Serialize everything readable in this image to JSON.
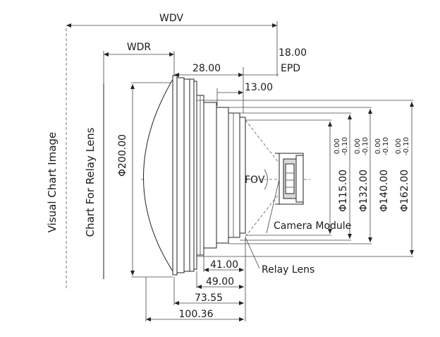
{
  "dimensions": {
    "wdv": "WDV",
    "wdr": "WDR",
    "epd_value": "18.00",
    "epd_label": "EPD",
    "d28": "28.00",
    "d13": "13.00",
    "d41": "41.00",
    "d49": "49.00",
    "d73": "73.55",
    "d100": "100.36",
    "phi200": "Φ200.00",
    "phi115": "Φ115.00",
    "phi132": "Φ132.00",
    "phi140": "Φ140.00",
    "phi162": "Φ162.00",
    "tol_upper": "0.00",
    "tol_lower": "-0.10"
  },
  "labels": {
    "visual_chart_image": "Visual Chart Image",
    "chart_for_relay_lens": "Chart For Relay Lens",
    "fov": "FOV",
    "camera_module": "Camera Module",
    "relay_lens": "Relay Lens"
  }
}
